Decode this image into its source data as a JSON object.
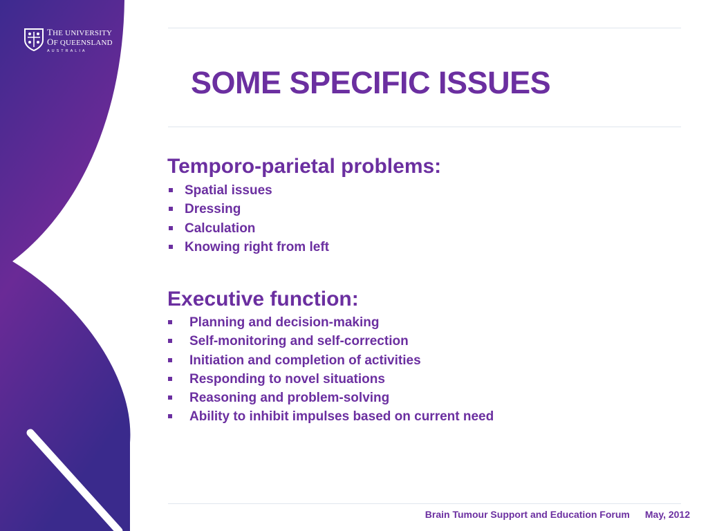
{
  "logo": {
    "line1_cap": "T",
    "line1_rest": "HE UNIVERSITY",
    "line2_cap": "O",
    "line2_rest": "F QUEENSLAND",
    "line3": "AUSTRALIA"
  },
  "title": "SOME SPECIFIC ISSUES",
  "sections": [
    {
      "heading": "Temporo-parietal problems:",
      "items": [
        "Spatial issues",
        "Dressing",
        "Calculation",
        "Knowing right from left"
      ]
    },
    {
      "heading": "Executive function:",
      "items": [
        "Planning and decision-making",
        "Self-monitoring and self-correction",
        "Initiation and completion of activities",
        "Responding to novel situations",
        "Reasoning and problem-solving",
        "Ability to inhibit impulses based on current need"
      ]
    }
  ],
  "footer": {
    "forum": "Brain Tumour Support and Education Forum",
    "date": "May, 2012"
  },
  "colors": {
    "accent": "#6b2fa0",
    "sidebar_dark": "#3c2a8f",
    "sidebar_mid": "#6a2a96",
    "rule": "#dfe6ee"
  }
}
